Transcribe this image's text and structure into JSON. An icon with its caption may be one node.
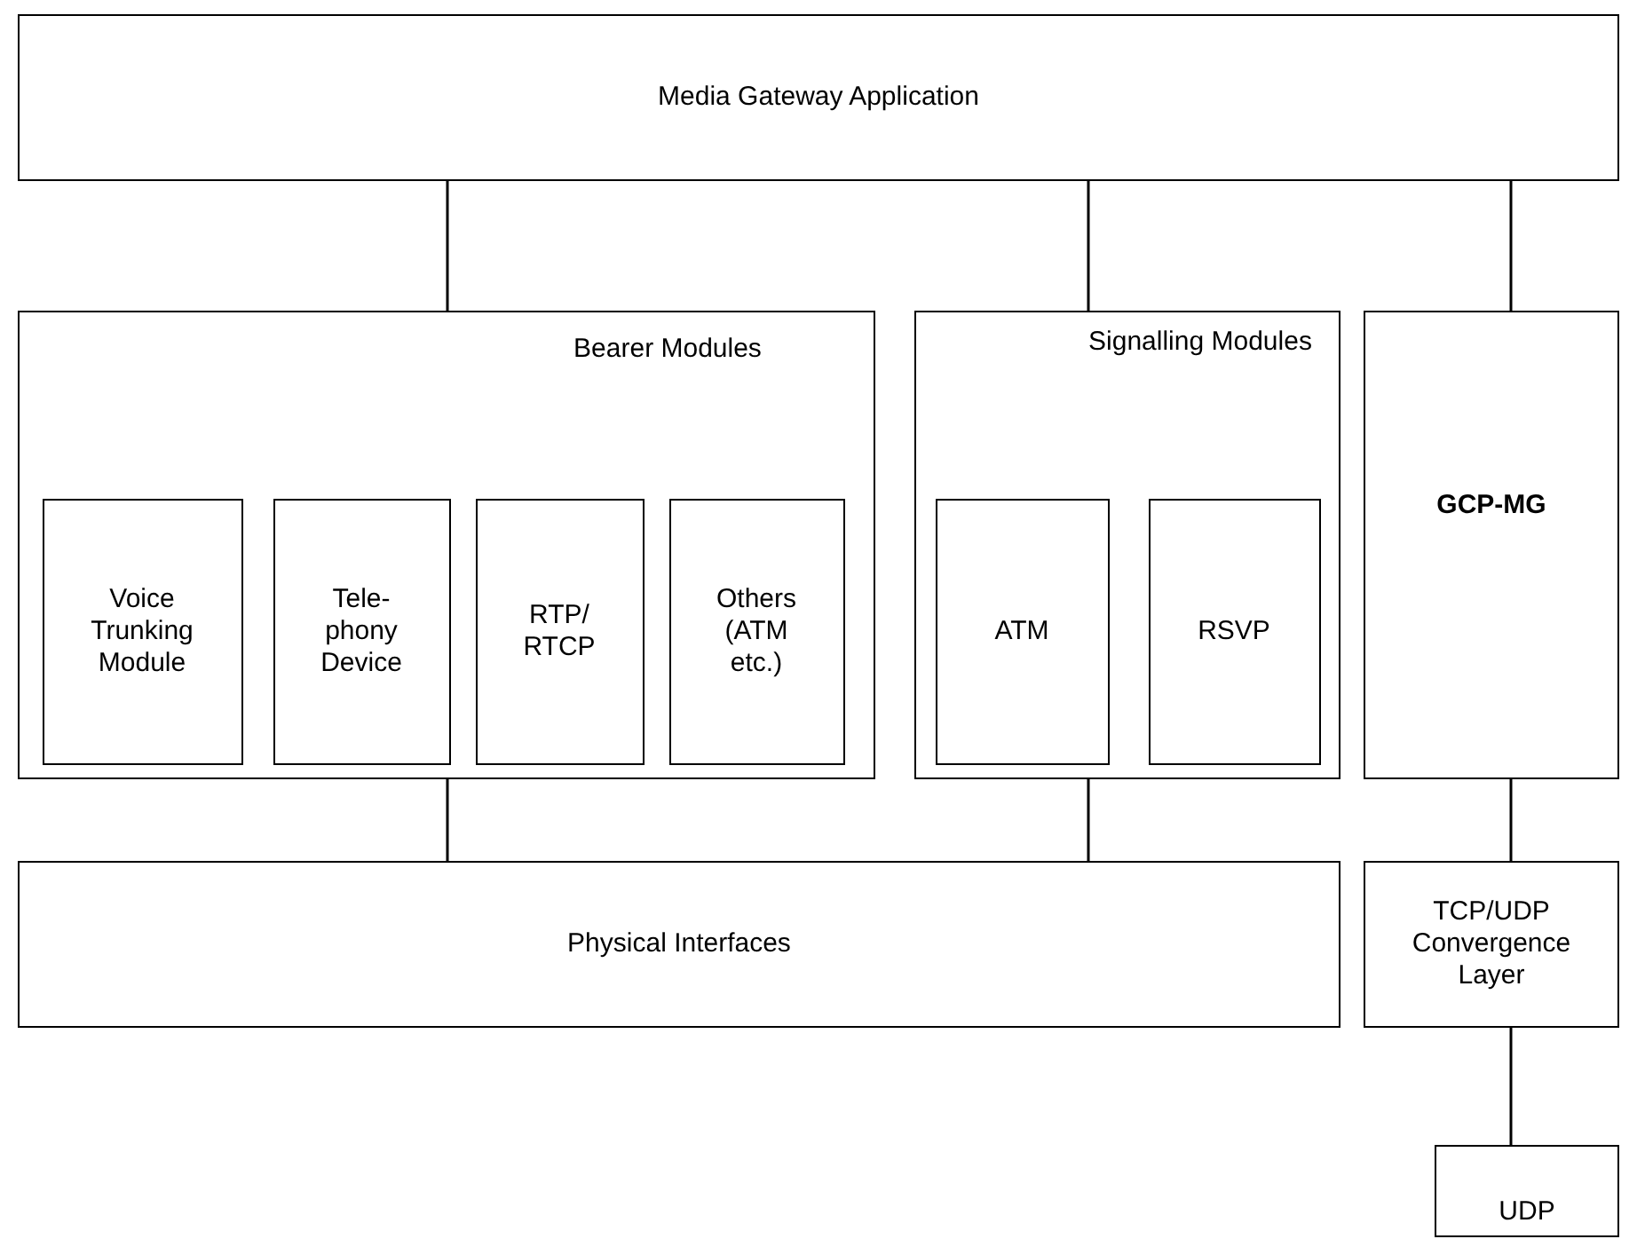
{
  "diagram": {
    "nodes": [
      {
        "text": [
          "Media Gateway Application"
        ]
      },
      {
        "text": [
          "Bearer Modules"
        ]
      },
      {
        "text": [
          "Voice Trunking Module"
        ],
        "in": 1
      },
      {
        "text": [
          "Tele- phony Device"
        ],
        "in": 1
      },
      {
        "text": [
          "RTP/ RTCP"
        ],
        "in": 1
      },
      {
        "text": [
          "Others (ATM etc.)"
        ],
        "in": 1
      },
      {
        "text": [
          "Signalling Modules"
        ]
      },
      {
        "text": [
          "ATM"
        ],
        "in": 6
      },
      {
        "text": [
          "RSVP"
        ],
        "in": 6
      },
      {
        "text": [
          "GCP-MG"
        ]
      },
      {
        "text": [
          "Physical Interfaces"
        ]
      },
      {
        "text": [
          "TCP/UDP Convergence Layer"
        ]
      },
      {
        "text": [
          "UDP"
        ]
      }
    ],
    "edges": [
      {
        "from": 0,
        "to": 1,
        "arrow": "none"
      },
      {
        "from": 0,
        "to": 6,
        "arrow": "none"
      },
      {
        "from": 0,
        "to": 9,
        "arrow": "none"
      },
      {
        "from": 1,
        "to": 10,
        "arrow": "none"
      },
      {
        "from": 6,
        "to": 10,
        "arrow": "none"
      },
      {
        "from": 9,
        "to": 11,
        "arrow": "none"
      },
      {
        "from": 11,
        "to": 12,
        "arrow": "none"
      }
    ]
  }
}
